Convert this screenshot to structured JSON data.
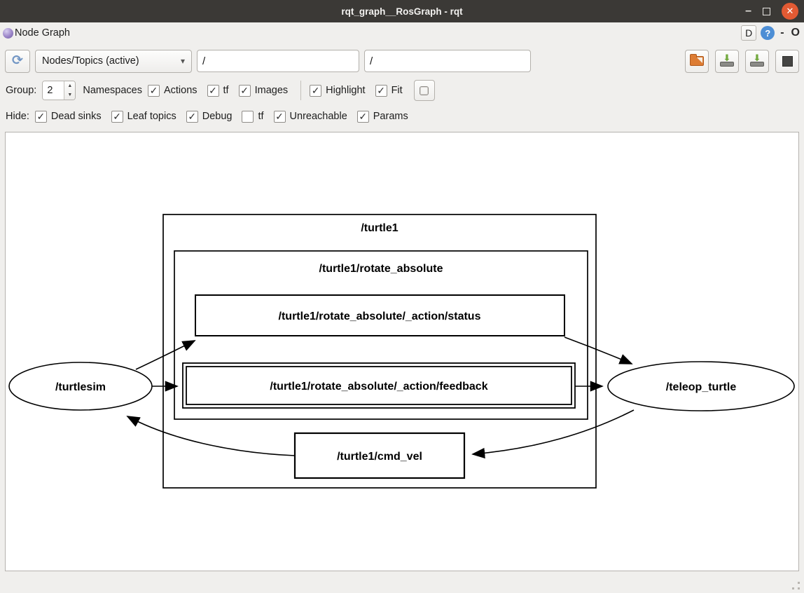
{
  "window": {
    "title": "rqt_graph__RosGraph - rqt",
    "minimize_glyph": "–",
    "close_glyph": "✕"
  },
  "panel": {
    "title": "Node Graph",
    "detach_label": "D",
    "help_glyph": "?",
    "minimize_label": "-",
    "close_label": "O"
  },
  "toolbar": {
    "graph_type_selected": "Nodes/Topics (active)",
    "node_filter_value": "/",
    "topic_filter_value": "/"
  },
  "options": {
    "group_label": "Group:",
    "group_value": "2",
    "namespaces_label": "Namespaces",
    "actions": {
      "label": "Actions",
      "checked": true
    },
    "tf": {
      "label": "tf",
      "checked": true
    },
    "images": {
      "label": "Images",
      "checked": true
    },
    "highlight": {
      "label": "Highlight",
      "checked": true
    },
    "fit": {
      "label": "Fit",
      "checked": true
    }
  },
  "hide": {
    "label": "Hide:",
    "dead_sinks": {
      "label": "Dead sinks",
      "checked": true
    },
    "leaf_topics": {
      "label": "Leaf topics",
      "checked": true
    },
    "debug": {
      "label": "Debug",
      "checked": true
    },
    "tf": {
      "label": "tf",
      "checked": false
    },
    "unreachable": {
      "label": "Unreachable",
      "checked": true
    },
    "params": {
      "label": "Params",
      "checked": true
    }
  },
  "icons": {
    "refresh": "⟳",
    "dropdown_arrow": "▾",
    "spin_up": "▲",
    "spin_down": "▼",
    "checkmark": "✓",
    "save_arrow": "⬇"
  },
  "colors": {
    "titlebar": "#3b3936",
    "close_button": "#e25a33",
    "help_circle": "#4d8ed5",
    "refresh_icon": "#7296c4",
    "folder_icon": "#dd7c33",
    "save_arrow_green": "#71a83c"
  },
  "graph": {
    "nodes": {
      "turtlesim": "/turtlesim",
      "teleop_turtle": "/teleop_turtle",
      "turtle1_namespace": "/turtle1",
      "rotate_absolute_namespace": "/turtle1/rotate_absolute",
      "action_status": "/turtle1/rotate_absolute/_action/status",
      "action_feedback": "/turtle1/rotate_absolute/_action/feedback",
      "cmd_vel": "/turtle1/cmd_vel"
    },
    "edges": [
      {
        "from": "/turtlesim",
        "to": "/turtle1/rotate_absolute/_action/status"
      },
      {
        "from": "/turtlesim",
        "to": "/turtle1/rotate_absolute/_action/feedback"
      },
      {
        "from": "/turtle1/rotate_absolute/_action/status",
        "to": "/teleop_turtle"
      },
      {
        "from": "/turtle1/rotate_absolute/_action/feedback",
        "to": "/teleop_turtle"
      },
      {
        "from": "/teleop_turtle",
        "to": "/turtle1/cmd_vel"
      },
      {
        "from": "/turtle1/cmd_vel",
        "to": "/turtlesim"
      }
    ]
  }
}
